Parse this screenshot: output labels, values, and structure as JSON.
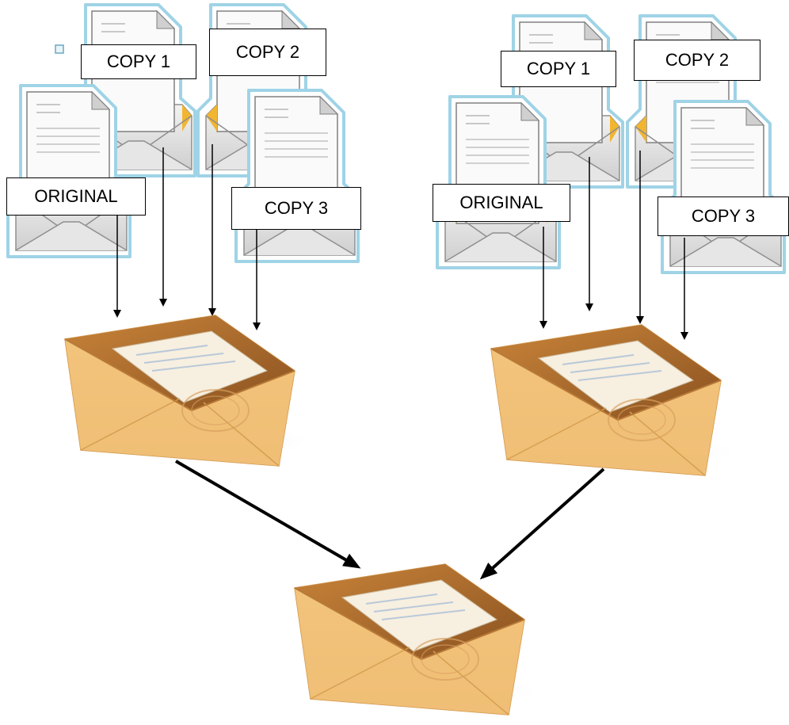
{
  "groups": [
    {
      "labels": {
        "original": "ORIGINAL",
        "copy1": "COPY 1",
        "copy2": "COPY 2",
        "copy3": "COPY 3"
      }
    },
    {
      "labels": {
        "original": "ORIGINAL",
        "copy1": "COPY 1",
        "copy2": "COPY 2",
        "copy3": "COPY 3"
      }
    }
  ],
  "colors": {
    "document_outline": "#9fd3e6",
    "envelope_gray": "#d9d9d9",
    "envelope_orange": "#f0c070",
    "arrow": "#000000"
  },
  "icons": [
    "open-envelope-document-icon",
    "closed-envelope-icon",
    "arrow-icon"
  ]
}
